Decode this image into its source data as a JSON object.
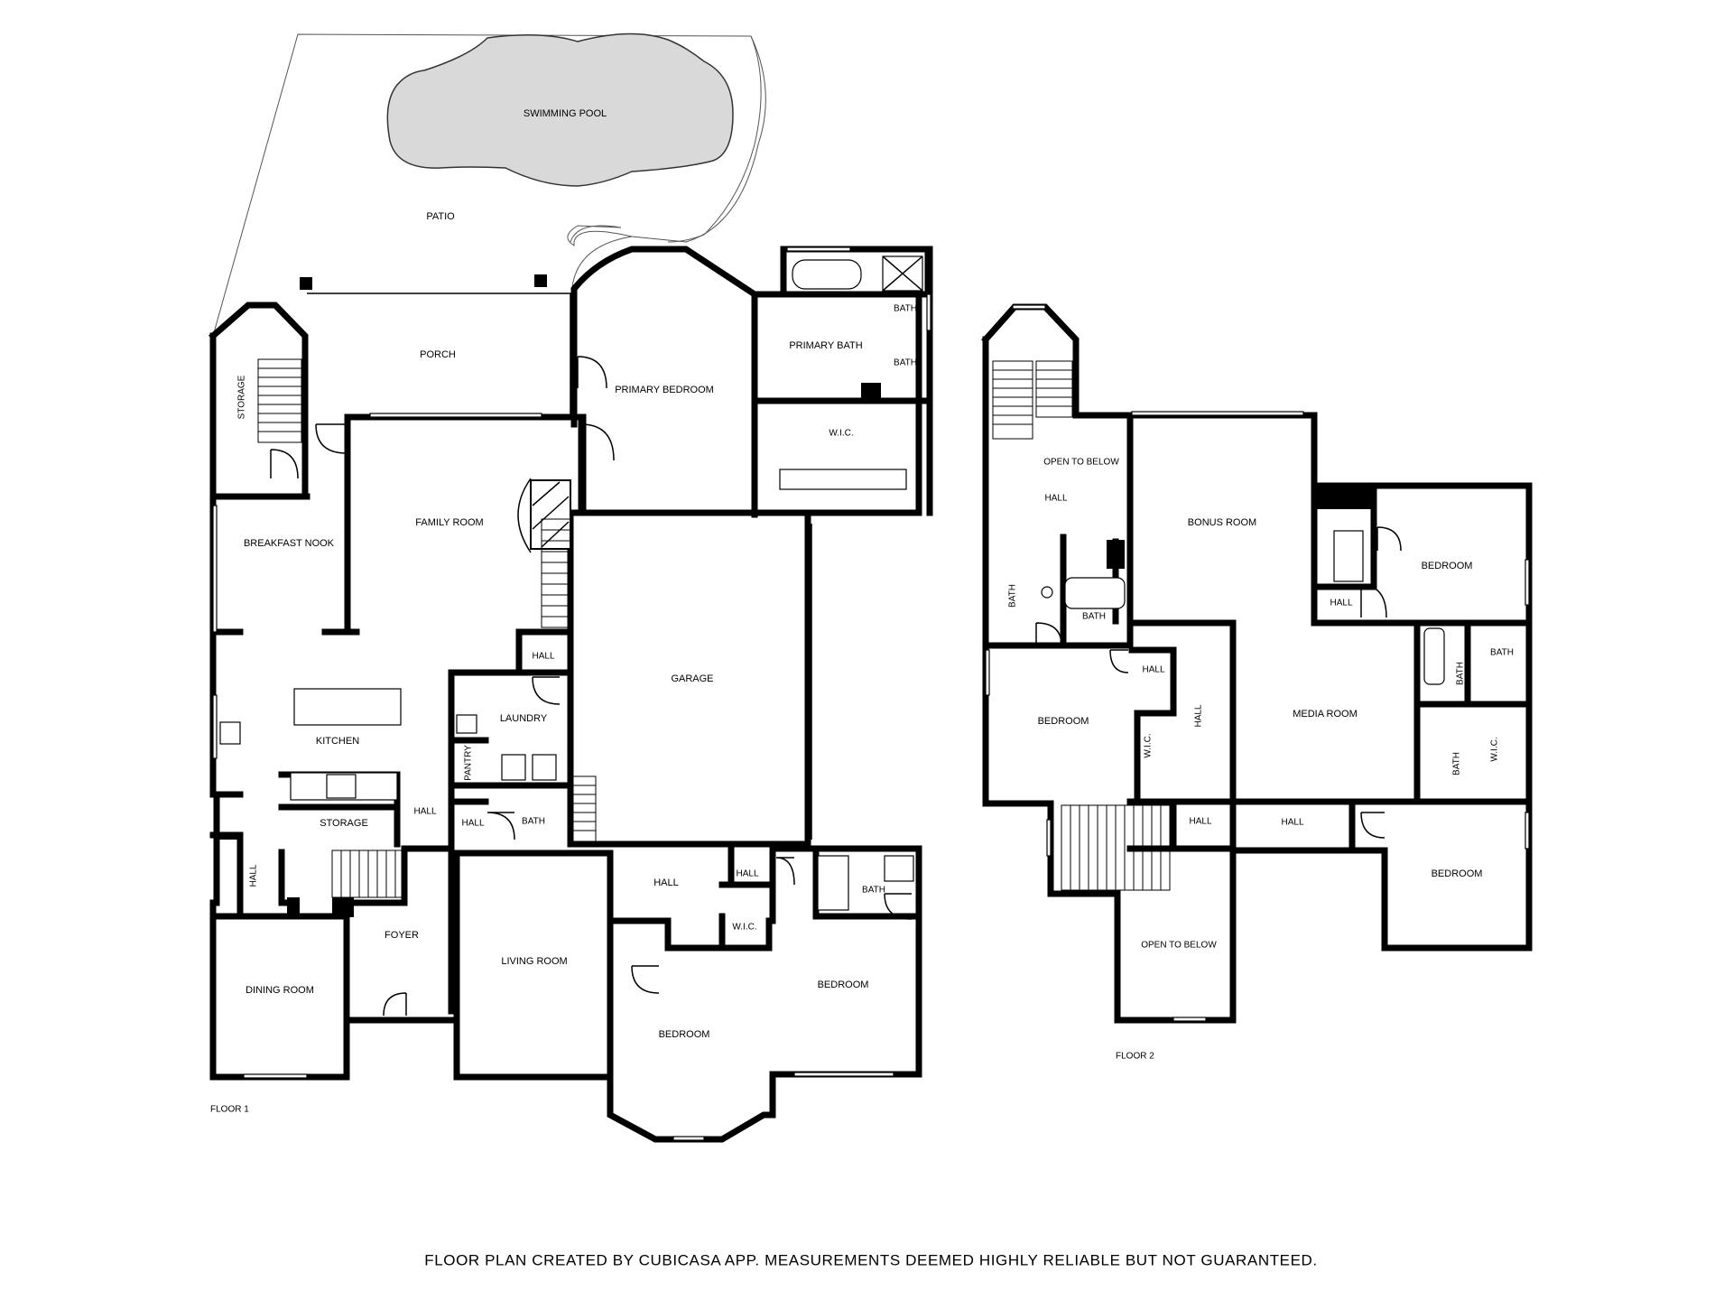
{
  "floor1": {
    "label": "FLOOR 1",
    "rooms": {
      "swimming_pool": "SWIMMING POOL",
      "patio": "PATIO",
      "porch": "PORCH",
      "storage_top": "STORAGE",
      "primary_bedroom": "PRIMARY BEDROOM",
      "primary_bath": "PRIMARY BATH",
      "bath_a": "BATH",
      "bath_b": "BATH",
      "wic_primary": "W.I.C.",
      "breakfast_nook": "BREAKFAST NOOK",
      "family_room": "FAMILY ROOM",
      "garage": "GARAGE",
      "hall_a": "HALL",
      "laundry": "LAUNDRY",
      "kitchen": "KITCHEN",
      "pantry": "PANTRY",
      "storage_mid": "STORAGE",
      "hall_b": "HALL",
      "hall_c": "HALL",
      "bath_c": "BATH",
      "hall_d": "HALL",
      "hall_e": "HALL",
      "hall_f": "HALL",
      "bath_d": "BATH",
      "wic_b": "W.I.C.",
      "foyer": "FOYER",
      "dining_room": "DINING ROOM",
      "living_room": "LIVING ROOM",
      "bedroom_a": "BEDROOM",
      "bedroom_b": "BEDROOM"
    }
  },
  "floor2": {
    "label": "FLOOR 2",
    "rooms": {
      "open_to_below_a": "OPEN TO BELOW",
      "hall_a": "HALL",
      "bonus_room": "BONUS ROOM",
      "bedroom_a": "BEDROOM",
      "bath_a": "BATH",
      "bath_b": "BATH",
      "hall_b": "HALL",
      "hall_c": "HALL",
      "bedroom_b": "BEDROOM",
      "wic_a": "W.I.C.",
      "hall_d": "HALL",
      "media_room": "MEDIA ROOM",
      "bath_c": "BATH",
      "bath_d": "BATH",
      "bath_e": "BATH",
      "wic_b": "W.I.C.",
      "hall_e": "HALL",
      "hall_f": "HALL",
      "bedroom_c": "BEDROOM",
      "open_to_below_b": "OPEN TO BELOW"
    }
  },
  "footer": "FLOOR PLAN CREATED BY CUBICASA APP. MEASUREMENTS DEEMED HIGHLY RELIABLE BUT NOT GUARANTEED."
}
